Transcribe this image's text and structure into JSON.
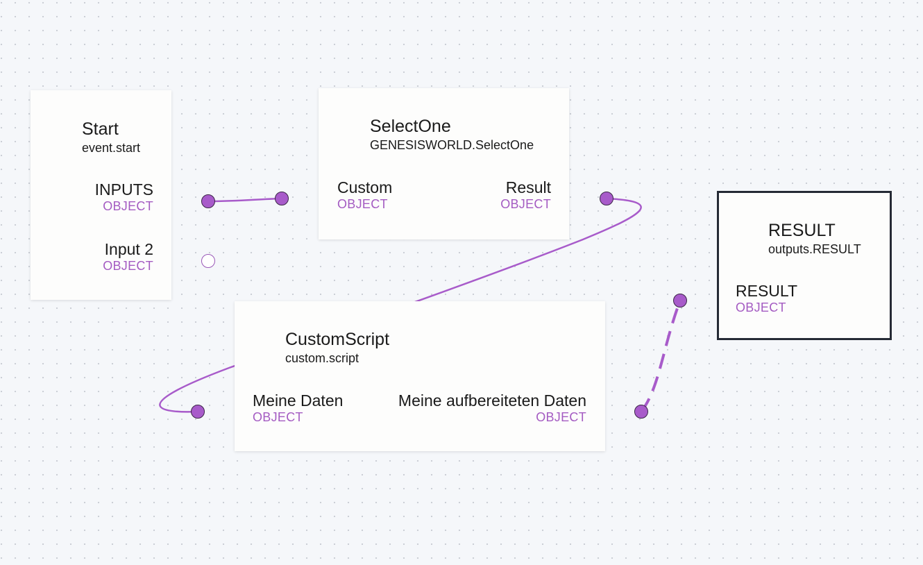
{
  "canvas": {
    "wire_color": "#a85bca",
    "type_color": "#a45bc2",
    "selected_border": "#252a35"
  },
  "nodes": {
    "start": {
      "title": "Start",
      "subtitle": "event.start",
      "ports": [
        {
          "name": "INPUTS",
          "type": "OBJECT"
        },
        {
          "name": "Input 2",
          "type": "OBJECT"
        }
      ]
    },
    "selectone": {
      "title": "SelectOne",
      "subtitle": "GENESISWORLD.SelectOne",
      "input": {
        "name": "Custom",
        "type": "OBJECT"
      },
      "output": {
        "name": "Result",
        "type": "OBJECT"
      }
    },
    "customscript": {
      "title": "CustomScript",
      "subtitle": "custom.script",
      "input": {
        "name": "Meine Daten",
        "type": "OBJECT"
      },
      "output": {
        "name": "Meine aufbereiteten Daten",
        "type": "OBJECT"
      }
    },
    "result": {
      "title": "RESULT",
      "subtitle": "outputs.RESULT",
      "input": {
        "name": "RESULT",
        "type": "OBJECT"
      }
    }
  }
}
